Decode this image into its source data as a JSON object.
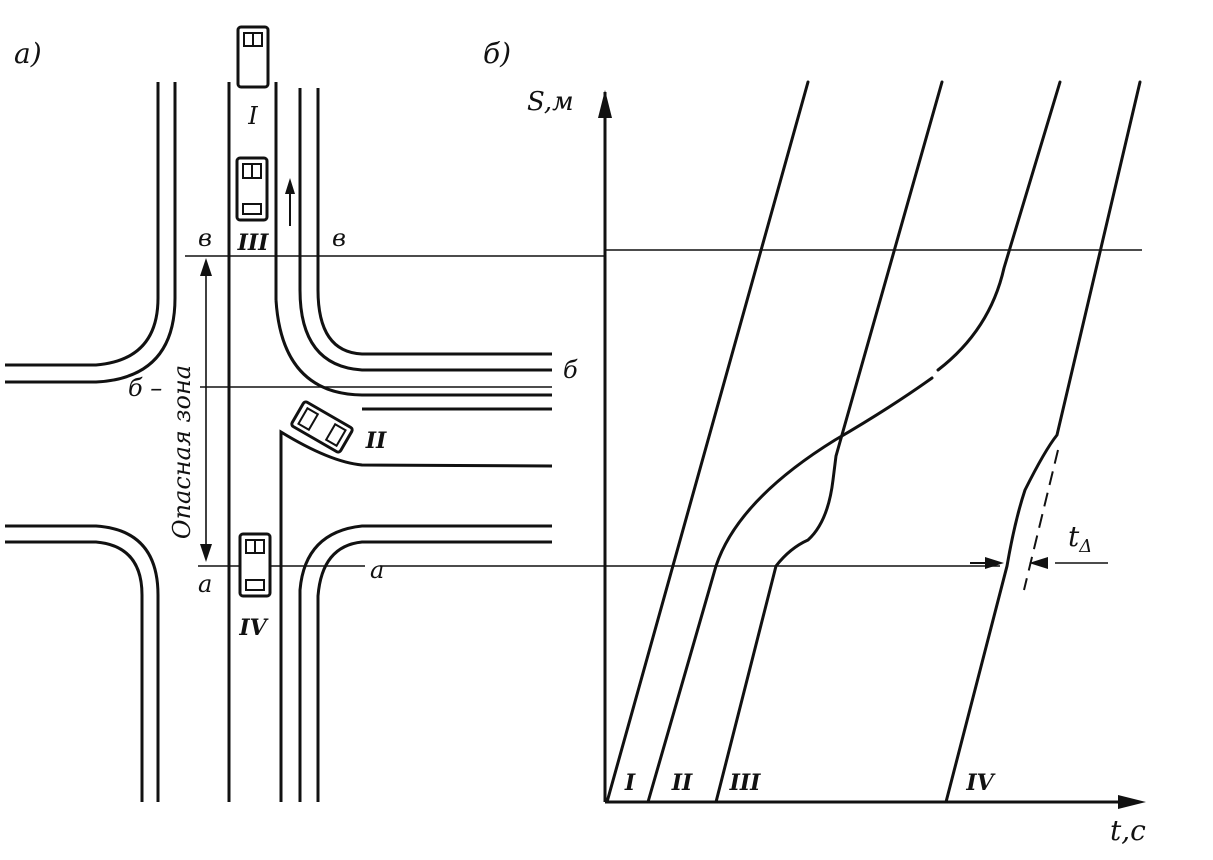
{
  "panel_a": {
    "label": "а)",
    "zone_label": "Опасная зона",
    "line_labels": {
      "a_left": "а",
      "a_right": "а",
      "b_left": "б –",
      "b_right": "б",
      "v_left": "в",
      "v_right": "в"
    },
    "vehicles": [
      {
        "id": "I",
        "label": "I"
      },
      {
        "id": "III",
        "label": "III"
      },
      {
        "id": "II",
        "label": "II"
      },
      {
        "id": "IV",
        "label": "IV"
      }
    ]
  },
  "panel_b": {
    "label": "б)",
    "y_axis_label": "S,м",
    "x_axis_label": "t,c",
    "delta_label": "t",
    "delta_subscript": "Δ",
    "curve_labels": [
      "I",
      "II",
      "III",
      "IV"
    ]
  }
}
